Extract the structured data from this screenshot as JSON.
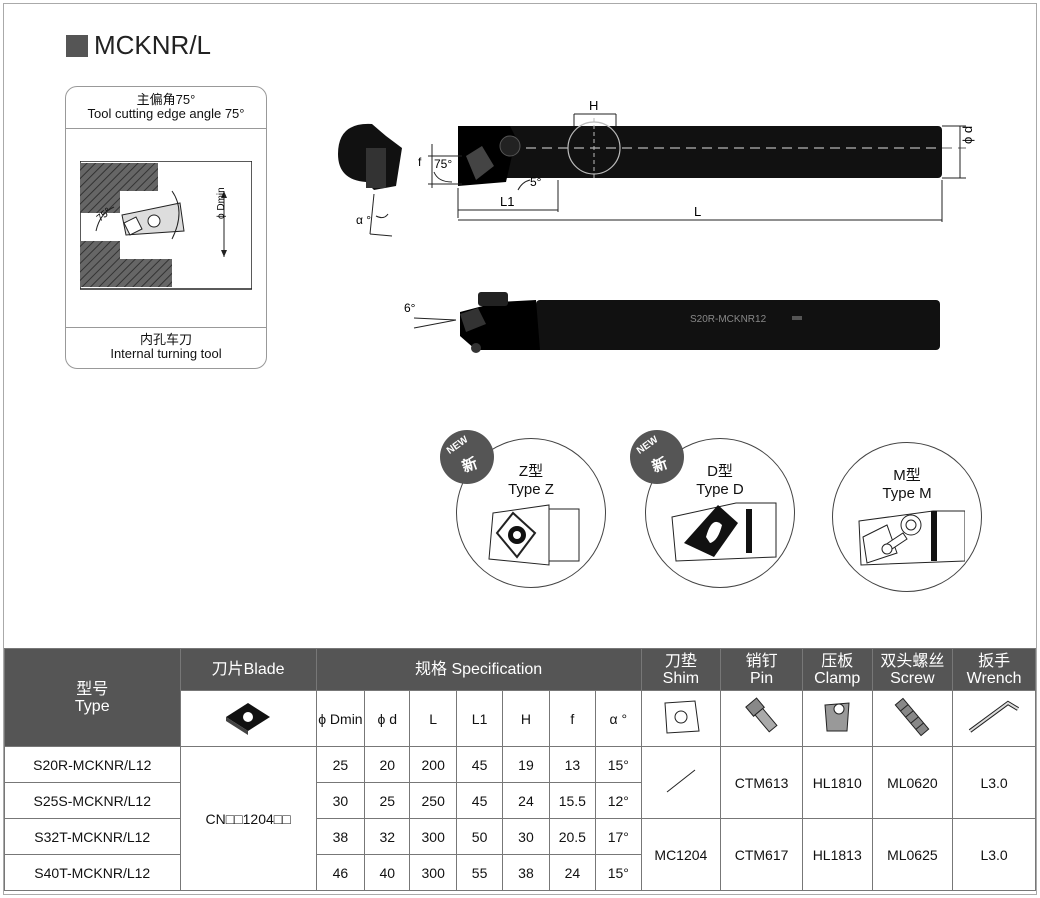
{
  "title": "MCKNR/L",
  "card": {
    "top_cn": "主偏角75°",
    "top_en": "Tool cutting edge angle 75°",
    "bottom_cn": "内孔车刀",
    "bottom_en": "Internal turning tool",
    "diagram_angle": "75°",
    "diagram_dim": "ϕ Dmin"
  },
  "drawing": {
    "H": "H",
    "d": "ϕ d",
    "f": "f",
    "angle75": "75°",
    "angle5": "5°",
    "L1": "L1",
    "L": "L",
    "alpha": "α °",
    "angle6": "6°",
    "bar_text": "S20R-MCKNR12"
  },
  "types": [
    {
      "cn": "Z型",
      "en": "Type Z",
      "new": true
    },
    {
      "cn": "D型",
      "en": "Type D",
      "new": true
    },
    {
      "cn": "M型",
      "en": "Type M",
      "new": false
    }
  ],
  "new_badge": {
    "en": "NEW",
    "cn": "新"
  },
  "table": {
    "headers": {
      "type_cn": "型号",
      "type_en": "Type",
      "blade": "刀片Blade",
      "spec": "规格 Specification",
      "shim_cn": "刀垫",
      "shim_en": "Shim",
      "pin_cn": "销钉",
      "pin_en": "Pin",
      "clamp_cn": "压板",
      "clamp_en": "Clamp",
      "screw_cn": "双头螺丝",
      "screw_en": "Screw",
      "wrench_cn": "扳手",
      "wrench_en": "Wrench"
    },
    "spec_cols": [
      "ϕ Dmin",
      "ϕ d",
      "L",
      "L1",
      "H",
      "f",
      "α °"
    ],
    "blade_value": "CN□□1204□□",
    "rows": [
      {
        "type": "S20R-MCKNR/L12",
        "dmin": "25",
        "d": "20",
        "L": "200",
        "L1": "45",
        "H": "19",
        "f": "13",
        "alpha": "15°"
      },
      {
        "type": "S25S-MCKNR/L12",
        "dmin": "30",
        "d": "25",
        "L": "250",
        "L1": "45",
        "H": "24",
        "f": "15.5",
        "alpha": "12°"
      },
      {
        "type": "S32T-MCKNR/L12",
        "dmin": "38",
        "d": "32",
        "L": "300",
        "L1": "50",
        "H": "30",
        "f": "20.5",
        "alpha": "17°"
      },
      {
        "type": "S40T-MCKNR/L12",
        "dmin": "46",
        "d": "40",
        "L": "300",
        "L1": "55",
        "H": "38",
        "f": "24",
        "alpha": "15°"
      }
    ],
    "group1": {
      "shim": "",
      "pin": "CTM613",
      "clamp": "HL1810",
      "screw": "ML0620",
      "wrench": "L3.0"
    },
    "group2": {
      "shim": "MC1204",
      "pin": "CTM617",
      "clamp": "HL1813",
      "screw": "ML0625",
      "wrench": "L3.0"
    }
  }
}
